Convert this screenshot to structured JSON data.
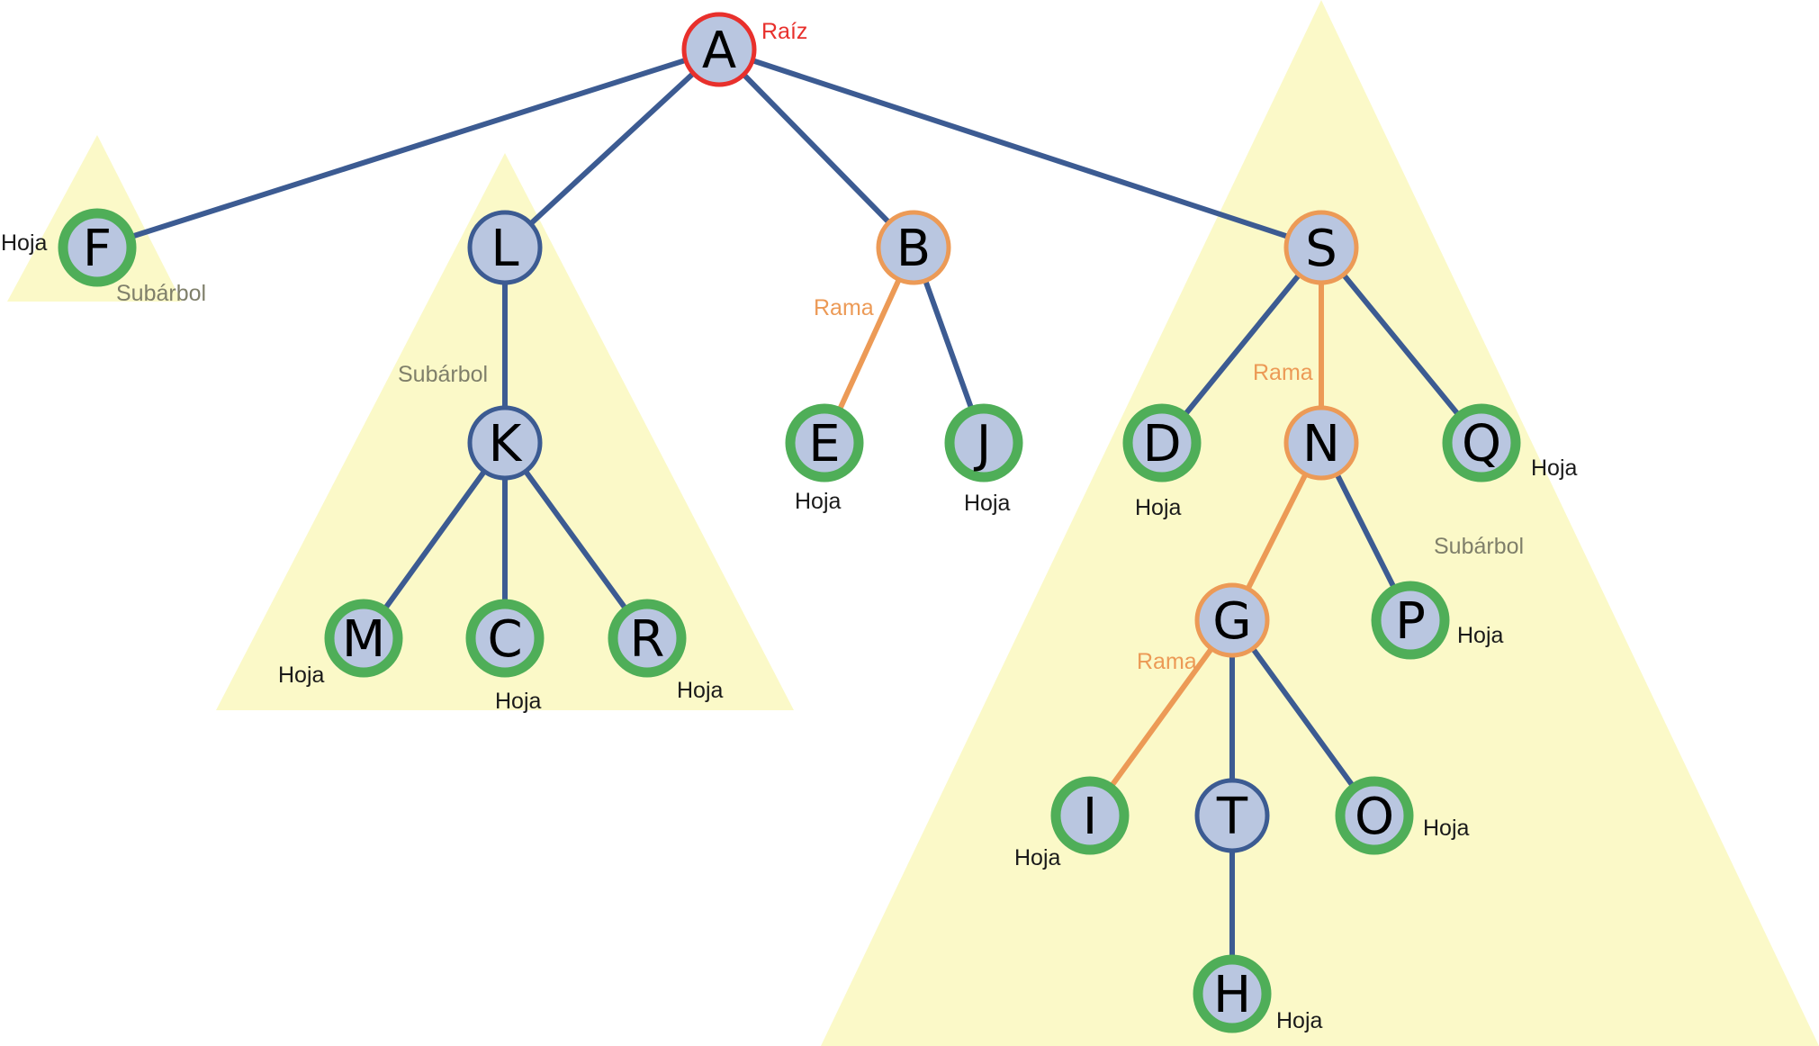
{
  "colors": {
    "node_fill": "#b9c6e0",
    "root_ring": "#e8302c",
    "leaf_ring": "#4fae58",
    "branch_ring": "#ec9a56",
    "internal_ring": "#3c5b92",
    "edge": "#3c5b92",
    "branch_edge": "#ec9a56",
    "subtree_fill": "#fbf9c8"
  },
  "labels": {
    "root": "Raíz",
    "leaf": "Hoja",
    "branch": "Rama",
    "subtree": "Subárbol"
  },
  "nodes": [
    {
      "id": "A",
      "letter": "A",
      "kind": "root"
    },
    {
      "id": "F",
      "letter": "F",
      "kind": "leaf"
    },
    {
      "id": "L",
      "letter": "L",
      "kind": "internal"
    },
    {
      "id": "B",
      "letter": "B",
      "kind": "branch"
    },
    {
      "id": "S",
      "letter": "S",
      "kind": "branch"
    },
    {
      "id": "K",
      "letter": "K",
      "kind": "internal"
    },
    {
      "id": "E",
      "letter": "E",
      "kind": "leaf"
    },
    {
      "id": "J",
      "letter": "J",
      "kind": "leaf"
    },
    {
      "id": "D",
      "letter": "D",
      "kind": "leaf"
    },
    {
      "id": "N",
      "letter": "N",
      "kind": "branch"
    },
    {
      "id": "Q",
      "letter": "Q",
      "kind": "leaf"
    },
    {
      "id": "M",
      "letter": "M",
      "kind": "leaf"
    },
    {
      "id": "C",
      "letter": "C",
      "kind": "leaf"
    },
    {
      "id": "R",
      "letter": "R",
      "kind": "leaf"
    },
    {
      "id": "G",
      "letter": "G",
      "kind": "branch"
    },
    {
      "id": "P",
      "letter": "P",
      "kind": "leaf"
    },
    {
      "id": "I",
      "letter": "I",
      "kind": "leaf"
    },
    {
      "id": "T",
      "letter": "T",
      "kind": "internal"
    },
    {
      "id": "O",
      "letter": "O",
      "kind": "leaf"
    },
    {
      "id": "H",
      "letter": "H",
      "kind": "leaf"
    }
  ],
  "edges": [
    {
      "from": "A",
      "to": "F",
      "kind": "normal"
    },
    {
      "from": "A",
      "to": "L",
      "kind": "normal"
    },
    {
      "from": "A",
      "to": "B",
      "kind": "normal"
    },
    {
      "from": "A",
      "to": "S",
      "kind": "normal"
    },
    {
      "from": "L",
      "to": "K",
      "kind": "normal"
    },
    {
      "from": "K",
      "to": "M",
      "kind": "normal"
    },
    {
      "from": "K",
      "to": "C",
      "kind": "normal"
    },
    {
      "from": "K",
      "to": "R",
      "kind": "normal"
    },
    {
      "from": "B",
      "to": "E",
      "kind": "branch"
    },
    {
      "from": "B",
      "to": "J",
      "kind": "normal"
    },
    {
      "from": "S",
      "to": "D",
      "kind": "normal"
    },
    {
      "from": "S",
      "to": "N",
      "kind": "branch"
    },
    {
      "from": "S",
      "to": "Q",
      "kind": "normal"
    },
    {
      "from": "N",
      "to": "G",
      "kind": "branch"
    },
    {
      "from": "N",
      "to": "P",
      "kind": "normal"
    },
    {
      "from": "G",
      "to": "I",
      "kind": "branch"
    },
    {
      "from": "G",
      "to": "T",
      "kind": "normal"
    },
    {
      "from": "G",
      "to": "O",
      "kind": "normal"
    },
    {
      "from": "T",
      "to": "H",
      "kind": "normal"
    }
  ]
}
